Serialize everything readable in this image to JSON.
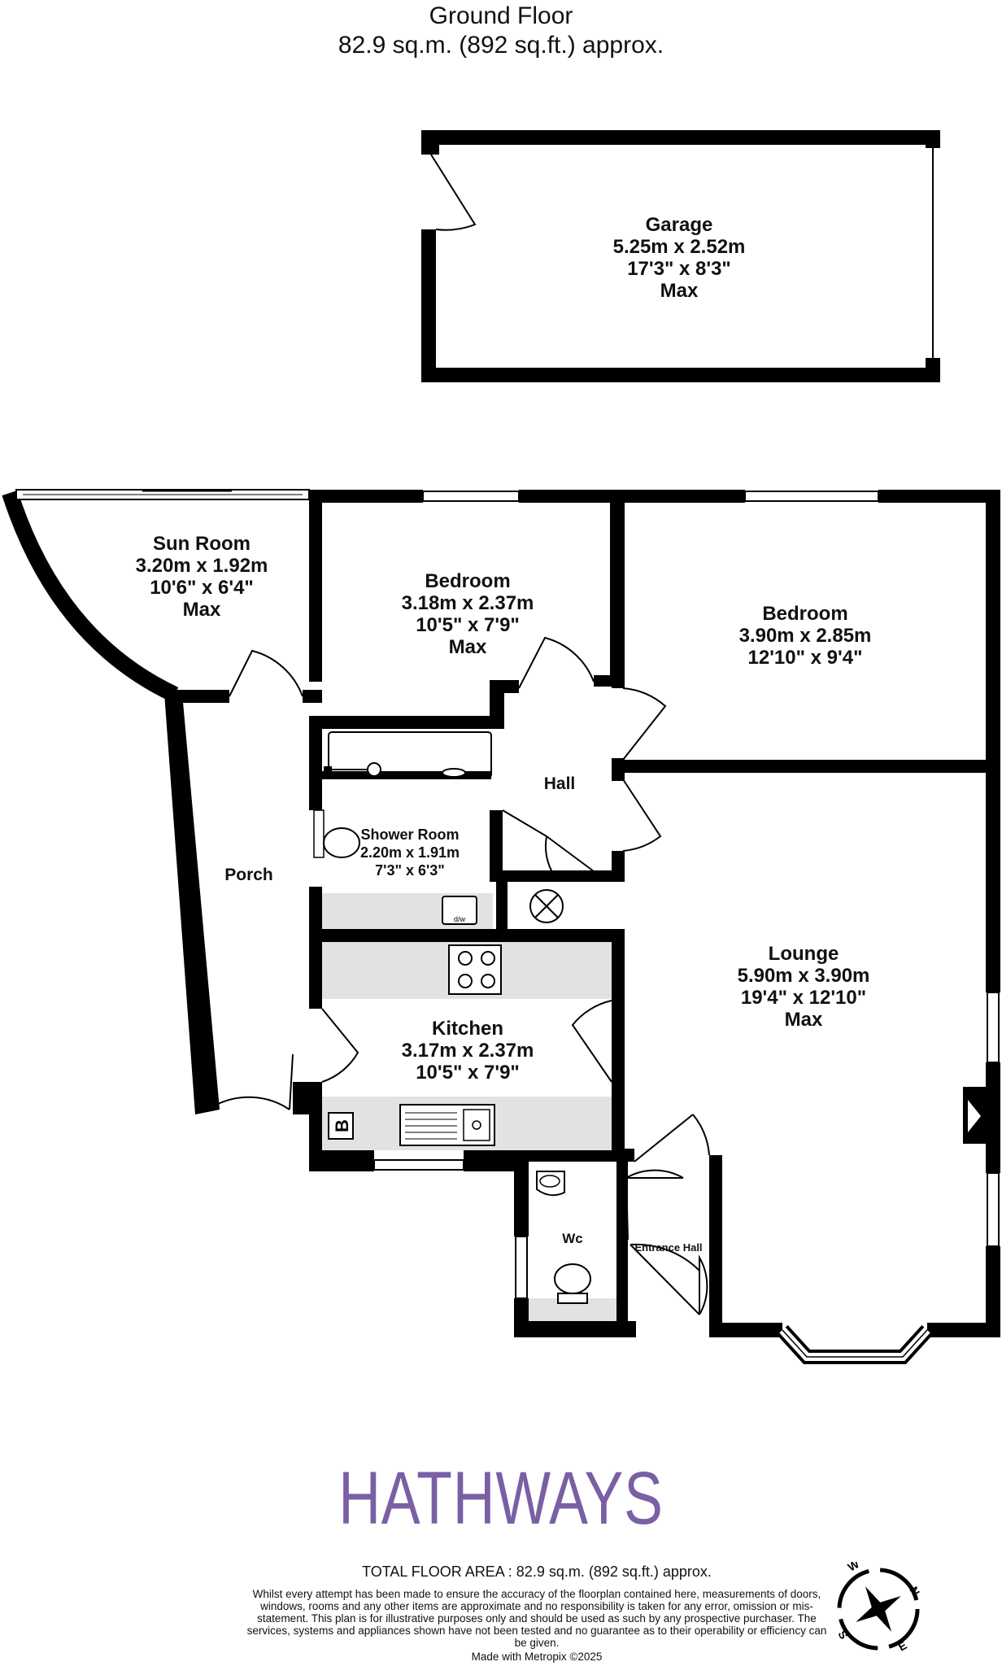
{
  "header": {
    "floor_name": "Ground Floor",
    "floor_area": "82.9 sq.m. (892 sq.ft.) approx."
  },
  "rooms": {
    "garage": {
      "name": "Garage",
      "metric": "5.25m  x 2.52m",
      "imperial": "17'3\"  x 8'3\"",
      "note": "Max"
    },
    "sun_room": {
      "name": "Sun Room",
      "metric": "3.20m  x 1.92m",
      "imperial": "10'6\"  x 6'4\"",
      "note": "Max"
    },
    "bedroom_1": {
      "name": "Bedroom",
      "metric": "3.18m  x 2.37m",
      "imperial": "10'5\"  x 7'9\"",
      "note": "Max"
    },
    "bedroom_2": {
      "name": "Bedroom",
      "metric": "3.90m  x 2.85m",
      "imperial": "12'10\"  x 9'4\""
    },
    "hall": {
      "name": "Hall"
    },
    "shower_room": {
      "name": "Shower Room",
      "metric": "2.20m  x 1.91m",
      "imperial": "7'3\"  x 6'3\""
    },
    "porch": {
      "name": "Porch"
    },
    "kitchen": {
      "name": "Kitchen",
      "metric": "3.17m  x 2.37m",
      "imperial": "10'5\"  x 7'9\""
    },
    "lounge": {
      "name": "Lounge",
      "metric": "5.90m  x 3.90m",
      "imperial": "19'4\"  x 12'10\"",
      "note": "Max"
    },
    "wc": {
      "name": "Wc"
    },
    "entrance_hall": {
      "name": "Entrance Hall"
    }
  },
  "fixtures": {
    "boiler_label": "B",
    "dishwasher_label": "d/w"
  },
  "brand": {
    "name": "HATHWAYS",
    "color": "#7a5fa4"
  },
  "footer": {
    "total_area": "TOTAL FLOOR AREA : 82.9 sq.m. (892 sq.ft.) approx.",
    "disclaimer": "Whilst every attempt has been made to ensure the accuracy of the floorplan contained here, measurements of doors, windows, rooms and any other items are approximate and no responsibility is taken for any error, omission or mis-statement. This plan is for illustrative purposes only and should be used as such by any prospective purchaser. The services, systems and appliances shown have not been tested and no guarantee as to their operability or efficiency can be given.",
    "made_with": "Made with Metropix ©2025"
  },
  "compass": {
    "n": "N",
    "e": "E",
    "s": "S",
    "w": "W"
  },
  "colors": {
    "wall": "#000000",
    "counter": "#e2e2e2"
  }
}
